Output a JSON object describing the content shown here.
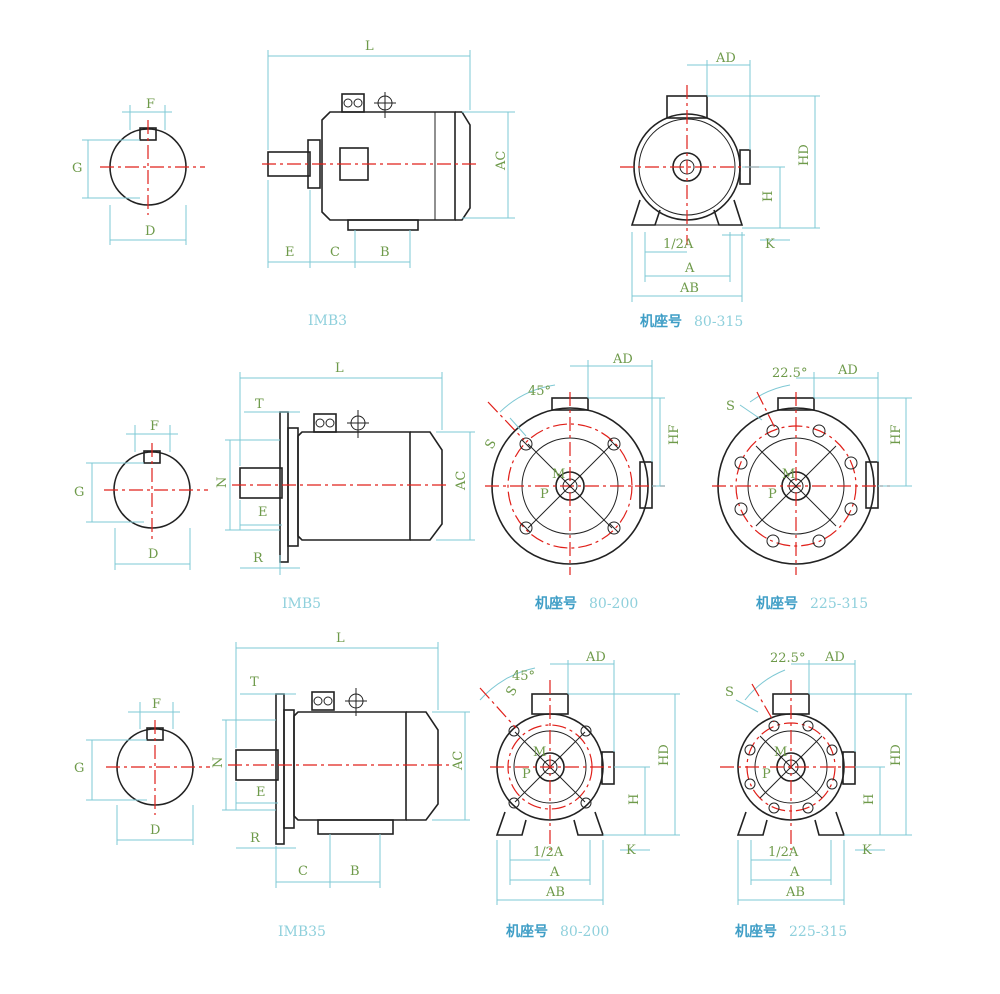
{
  "views": {
    "imb3": {
      "caption": "IMB3",
      "shaft": {
        "f": "F",
        "g": "G",
        "d": "D"
      },
      "side": {
        "l": "L",
        "ac": "AC",
        "e": "E",
        "c": "C",
        "b": "B"
      },
      "front": {
        "ad": "AD",
        "hd": "HD",
        "h": "H",
        "half_a": "1/2A",
        "k": "K",
        "a": "A",
        "ab": "AB",
        "seat_label": "机座号",
        "seat_range": "80-315"
      }
    },
    "imb5": {
      "caption": "IMB5",
      "shaft": {
        "f": "F",
        "g": "G",
        "d": "D"
      },
      "side": {
        "l": "L",
        "ac": "AC",
        "t": "T",
        "n": "N",
        "e": "E",
        "r": "R"
      },
      "flange_small": {
        "ad": "AD",
        "hf": "HF",
        "angle": "45°",
        "s": "S",
        "m": "M",
        "p": "P",
        "seat_label": "机座号",
        "seat_range": "80-200"
      },
      "flange_large": {
        "ad": "AD",
        "hf": "HF",
        "angle": "22.5°",
        "s": "S",
        "m": "M",
        "p": "P",
        "seat_label": "机座号",
        "seat_range": "225-315"
      }
    },
    "imb35": {
      "caption": "IMB35",
      "shaft": {
        "f": "F",
        "g": "G",
        "d": "D"
      },
      "side": {
        "l": "L",
        "ac": "AC",
        "t": "T",
        "n": "N",
        "e": "E",
        "r": "R",
        "c": "C",
        "b": "B"
      },
      "front_small": {
        "ad": "AD",
        "hd": "HD",
        "h": "H",
        "angle": "45°",
        "s": "S",
        "m": "M",
        "p": "P",
        "half_a": "1/2A",
        "k": "K",
        "a": "A",
        "ab": "AB",
        "seat_label": "机座号",
        "seat_range": "80-200"
      },
      "front_large": {
        "ad": "AD",
        "hd": "HD",
        "h": "H",
        "angle": "22.5°",
        "s": "S",
        "m": "M",
        "p": "P",
        "half_a": "1/2A",
        "k": "K",
        "a": "A",
        "ab": "AB",
        "seat_label": "机座号",
        "seat_range": "225-315"
      }
    }
  },
  "colors": {
    "outline": "#222222",
    "centerline": "#e0201a",
    "dimension": "#7ec8d4",
    "label": "#6e9a4a",
    "seat_text": "#3f9ec6"
  }
}
